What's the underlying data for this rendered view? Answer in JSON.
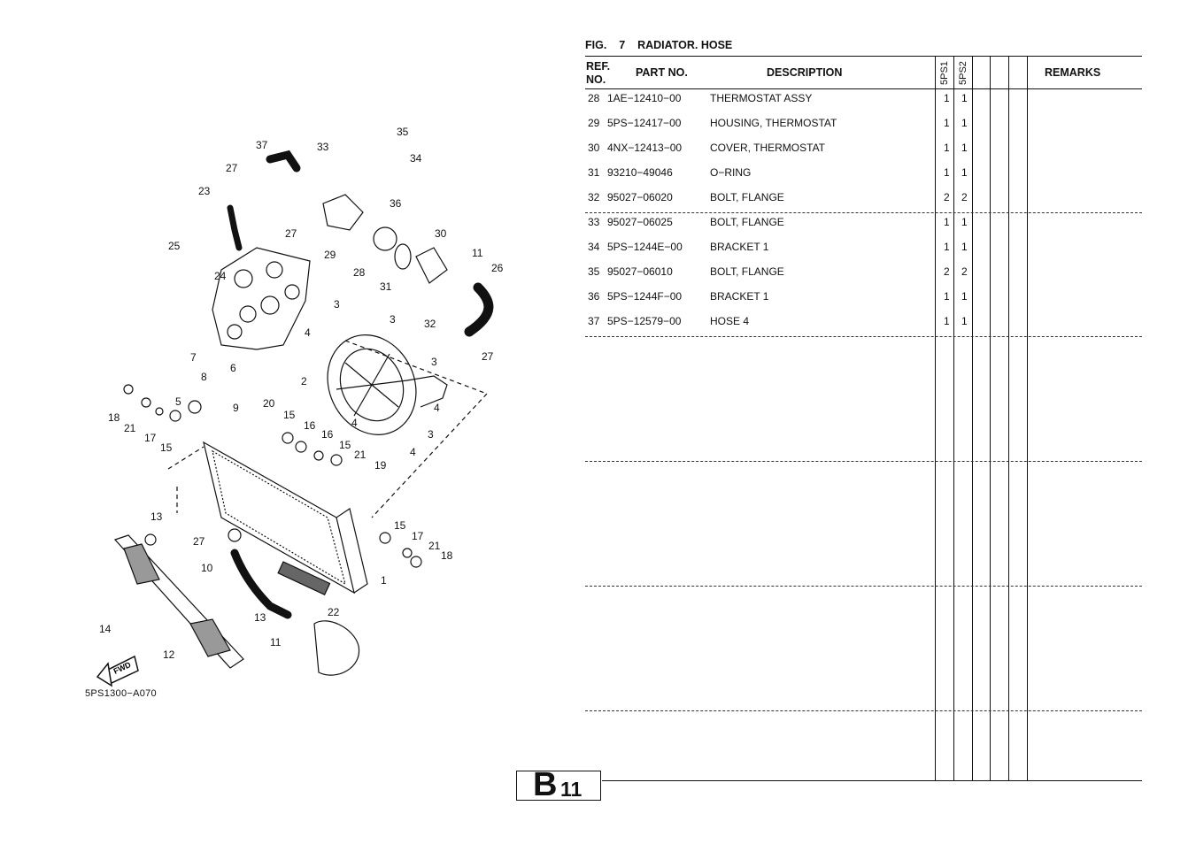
{
  "figure": {
    "label": "FIG.",
    "number": "7",
    "title": "RADIATOR. HOSE"
  },
  "table": {
    "headers": {
      "ref_no": "REF. NO.",
      "part_no": "PART NO.",
      "description": "DESCRIPTION",
      "model_1": "5PS1",
      "model_2": "5PS2",
      "remarks": "REMARKS"
    },
    "rows": [
      {
        "ref": "28",
        "part": "1AE−12410−00",
        "desc": "THERMOSTAT ASSY",
        "q1": "1",
        "q2": "1"
      },
      {
        "ref": "29",
        "part": "5PS−12417−00",
        "desc": "HOUSING, THERMOSTAT",
        "q1": "1",
        "q2": "1"
      },
      {
        "ref": "30",
        "part": "4NX−12413−00",
        "desc": "COVER, THERMOSTAT",
        "q1": "1",
        "q2": "1"
      },
      {
        "ref": "31",
        "part": "93210−49046",
        "desc": "O−RING",
        "q1": "1",
        "q2": "1"
      },
      {
        "ref": "32",
        "part": "95027−06020",
        "desc": "BOLT, FLANGE",
        "q1": "2",
        "q2": "2"
      },
      {
        "ref": "33",
        "part": "95027−06025",
        "desc": "BOLT, FLANGE",
        "q1": "1",
        "q2": "1"
      },
      {
        "ref": "34",
        "part": "5PS−1244E−00",
        "desc": "BRACKET 1",
        "q1": "1",
        "q2": "1"
      },
      {
        "ref": "35",
        "part": "95027−06010",
        "desc": "BOLT, FLANGE",
        "q1": "2",
        "q2": "2"
      },
      {
        "ref": "36",
        "part": "5PS−1244F−00",
        "desc": "BRACKET 1",
        "q1": "1",
        "q2": "1"
      },
      {
        "ref": "37",
        "part": "5PS−12579−00",
        "desc": "HOSE 4",
        "q1": "1",
        "q2": "1"
      }
    ]
  },
  "diagram": {
    "code": "5PS1300−A070",
    "fwd_label": "FWD",
    "callouts": [
      "1",
      "2",
      "3",
      "3",
      "3",
      "3",
      "4",
      "4",
      "4",
      "4",
      "5",
      "6",
      "7",
      "8",
      "9",
      "10",
      "11",
      "11",
      "12",
      "13",
      "13",
      "14",
      "15",
      "15",
      "15",
      "15",
      "16",
      "16",
      "17",
      "17",
      "18",
      "18",
      "19",
      "20",
      "21",
      "21",
      "22",
      "23",
      "24",
      "25",
      "26",
      "27",
      "27",
      "27",
      "27",
      "28",
      "29",
      "30",
      "31",
      "32",
      "33",
      "34",
      "35",
      "36",
      "37"
    ]
  },
  "page_badge": {
    "letter": "B",
    "number": "11"
  }
}
